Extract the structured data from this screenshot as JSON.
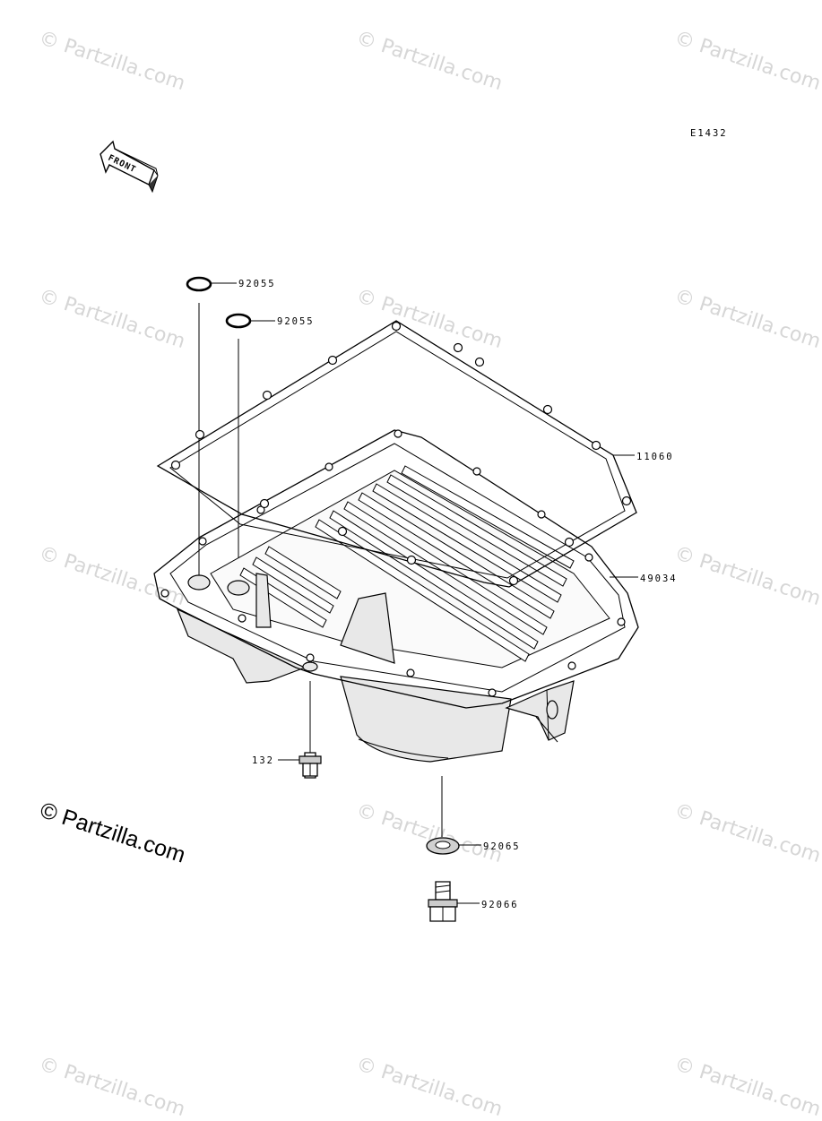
{
  "diagram": {
    "code": "E1432",
    "front_label": "FRONT",
    "parts": [
      {
        "number": "92055",
        "name": "o-ring-upper"
      },
      {
        "number": "92055",
        "name": "o-ring-lower"
      },
      {
        "number": "11060",
        "name": "oil-pan-gasket"
      },
      {
        "number": "49034",
        "name": "oil-pan"
      },
      {
        "number": "132",
        "name": "flange-bolt"
      },
      {
        "number": "92065",
        "name": "drain-washer"
      },
      {
        "number": "92066",
        "name": "drain-plug"
      }
    ]
  },
  "watermark": {
    "text": "© Partzilla.com",
    "main_text": "© Partzilla.com"
  }
}
